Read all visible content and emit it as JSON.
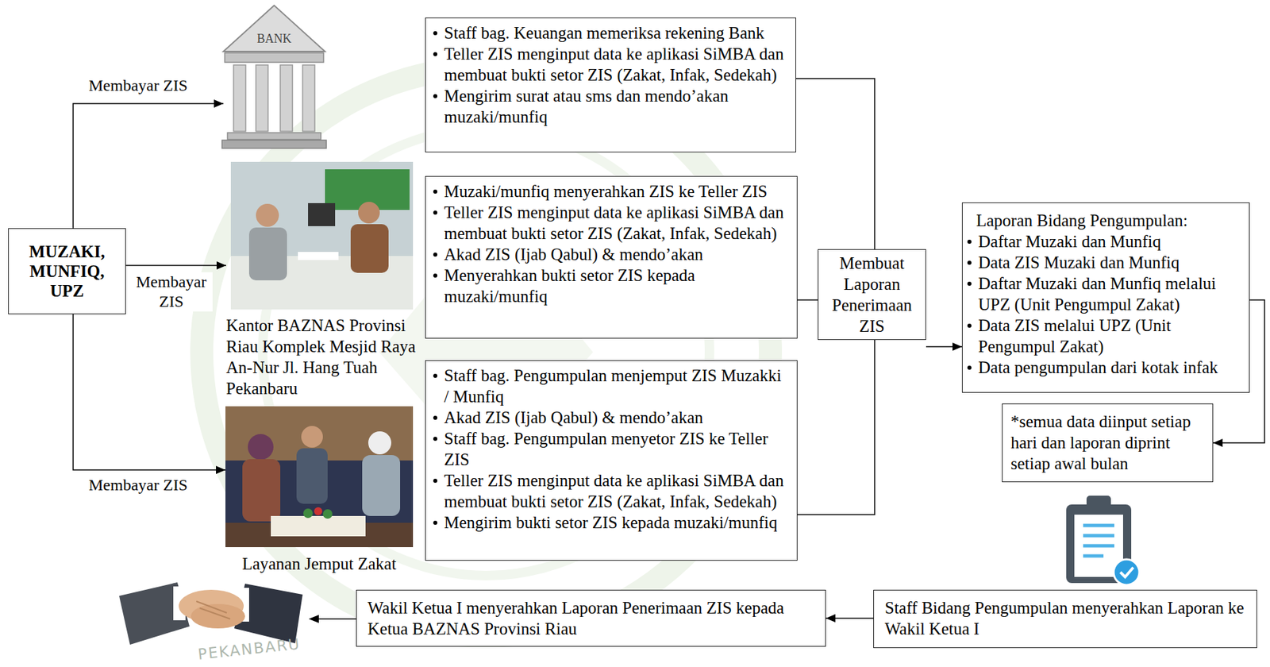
{
  "diagram": {
    "nodes": [
      {
        "text": [
          "MUZAKI, MUNFIQ, UPZ"
        ]
      },
      {
        "text": [
          "BANK"
        ]
      },
      {
        "text": [
          "Staff bag. Keuangan memeriksa rekening Bank",
          "Teller ZIS menginput data ke aplikasi SiMBA dan membuat bukti setor ZIS (Zakat, Infak, Sedekah)",
          "Mengirim surat atau sms dan mendo’akan muzaki/munfiq"
        ]
      },
      {
        "text": [
          "Kantor BAZNAS Provinsi Riau Komplek Mesjid Raya An-Nur Jl. Hang Tuah Pekanbaru"
        ]
      },
      {
        "text": [
          "Muzaki/munfiq menyerahkan ZIS ke Teller ZIS",
          "Teller ZIS menginput data ke aplikasi SiMBA dan membuat bukti setor ZIS (Zakat, Infak, Sedekah)",
          "Akad ZIS (Ijab Qabul) & mendo’akan",
          "Menyerahkan bukti setor ZIS kepada muzaki/munfiq"
        ]
      },
      {
        "text": [
          "Layanan Jemput Zakat"
        ]
      },
      {
        "text": [
          "Staff bag. Pengumpulan menjemput ZIS Muzakki / Munfiq",
          "Akad ZIS (Ijab Qabul) & mendo’akan",
          "Staff bag. Pengumpulan menyetor ZIS ke Teller ZIS",
          "Teller ZIS menginput data ke aplikasi SiMBA dan membuat bukti setor ZIS (Zakat, Infak, Sedekah)",
          "Mengirim bukti setor ZIS kepada muzaki/munfiq"
        ]
      },
      {
        "text": [
          "Membuat Laporan Penerimaan ZIS"
        ]
      },
      {
        "text": [
          "Laporan Bidang Pengumpulan:",
          "Daftar Muzaki dan Munfiq",
          "Data ZIS Muzaki dan Munfiq",
          "Daftar Muzaki dan Munfiq melalui UPZ (Unit Pengumpul Zakat)",
          "Data ZIS melalui UPZ (Unit Pengumpul Zakat)",
          "Data pengumpulan dari kotak infak"
        ]
      },
      {
        "text": [
          "*semua data diinput setiap hari dan laporan diprint setiap awal bulan"
        ]
      },
      {
        "text": [
          "Staff Bidang Pengumpulan menyerahkan Laporan ke Wakil Ketua I"
        ]
      },
      {
        "text": [
          "Wakil Ketua I menyerahkan Laporan Penerimaan ZIS kepada Ketua BAZNAS Provinsi Riau"
        ]
      }
    ],
    "edges": [
      {
        "from": 0,
        "to": 1,
        "label": "Membayar ZIS",
        "arrow": "to"
      },
      {
        "from": 0,
        "to": 3,
        "label": "Membayar ZIS",
        "arrow": "to"
      },
      {
        "from": 0,
        "to": 5,
        "label": "Membayar ZIS",
        "arrow": "to"
      },
      {
        "from": 2,
        "to": 7,
        "arrow": "none"
      },
      {
        "from": 4,
        "to": 7,
        "arrow": "none"
      },
      {
        "from": 6,
        "to": 7,
        "arrow": "none"
      },
      {
        "from": 7,
        "to": 8,
        "arrow": "to"
      },
      {
        "from": 8,
        "to": 9,
        "arrow": "to"
      },
      {
        "from": 10,
        "to": 11,
        "arrow": "to"
      }
    ],
    "labels": [
      "PEKANBARU"
    ]
  }
}
